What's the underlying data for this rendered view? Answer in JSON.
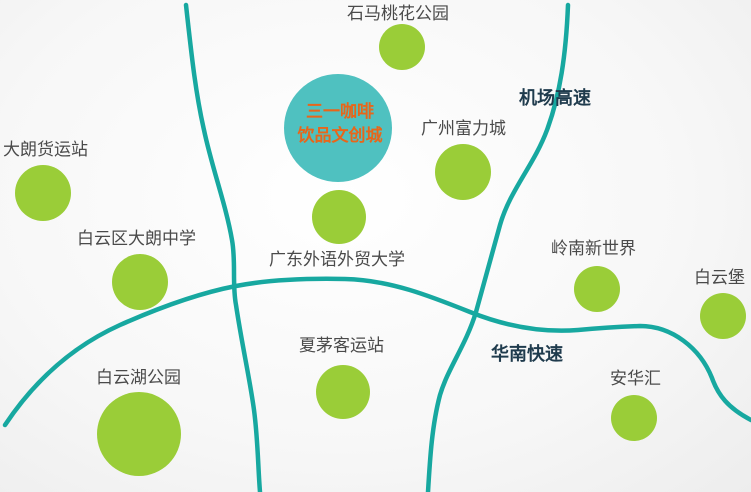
{
  "colors": {
    "road": "#17a8a0",
    "poi_circle": "#9acd38",
    "center_circle": "#4fc1c0",
    "center_text": "#e8661a",
    "label_text": "#4a4a4a",
    "road_label_text": "#1f3b4d"
  },
  "center": {
    "line1": "三一咖啡",
    "line2": "饮品文创城"
  },
  "roads": {
    "airport_expressway": "机场高速",
    "huanan_expressway": "华南快速"
  },
  "pois": {
    "shima_taohua_park": "石马桃花公园",
    "guangzhou_fuli_city": "广州富力城",
    "dalang_freight_station": "大朗货运站",
    "baiyun_dalang_middle_school": "白云区大朗中学",
    "gdufs": "广东外语外贸大学",
    "lingnan_new_world": "岭南新世界",
    "baiyun_bao": "白云堡",
    "xiamao_bus_station": "夏茅客运站",
    "baiyun_lake_park": "白云湖公园",
    "anhuahui": "安华汇"
  }
}
